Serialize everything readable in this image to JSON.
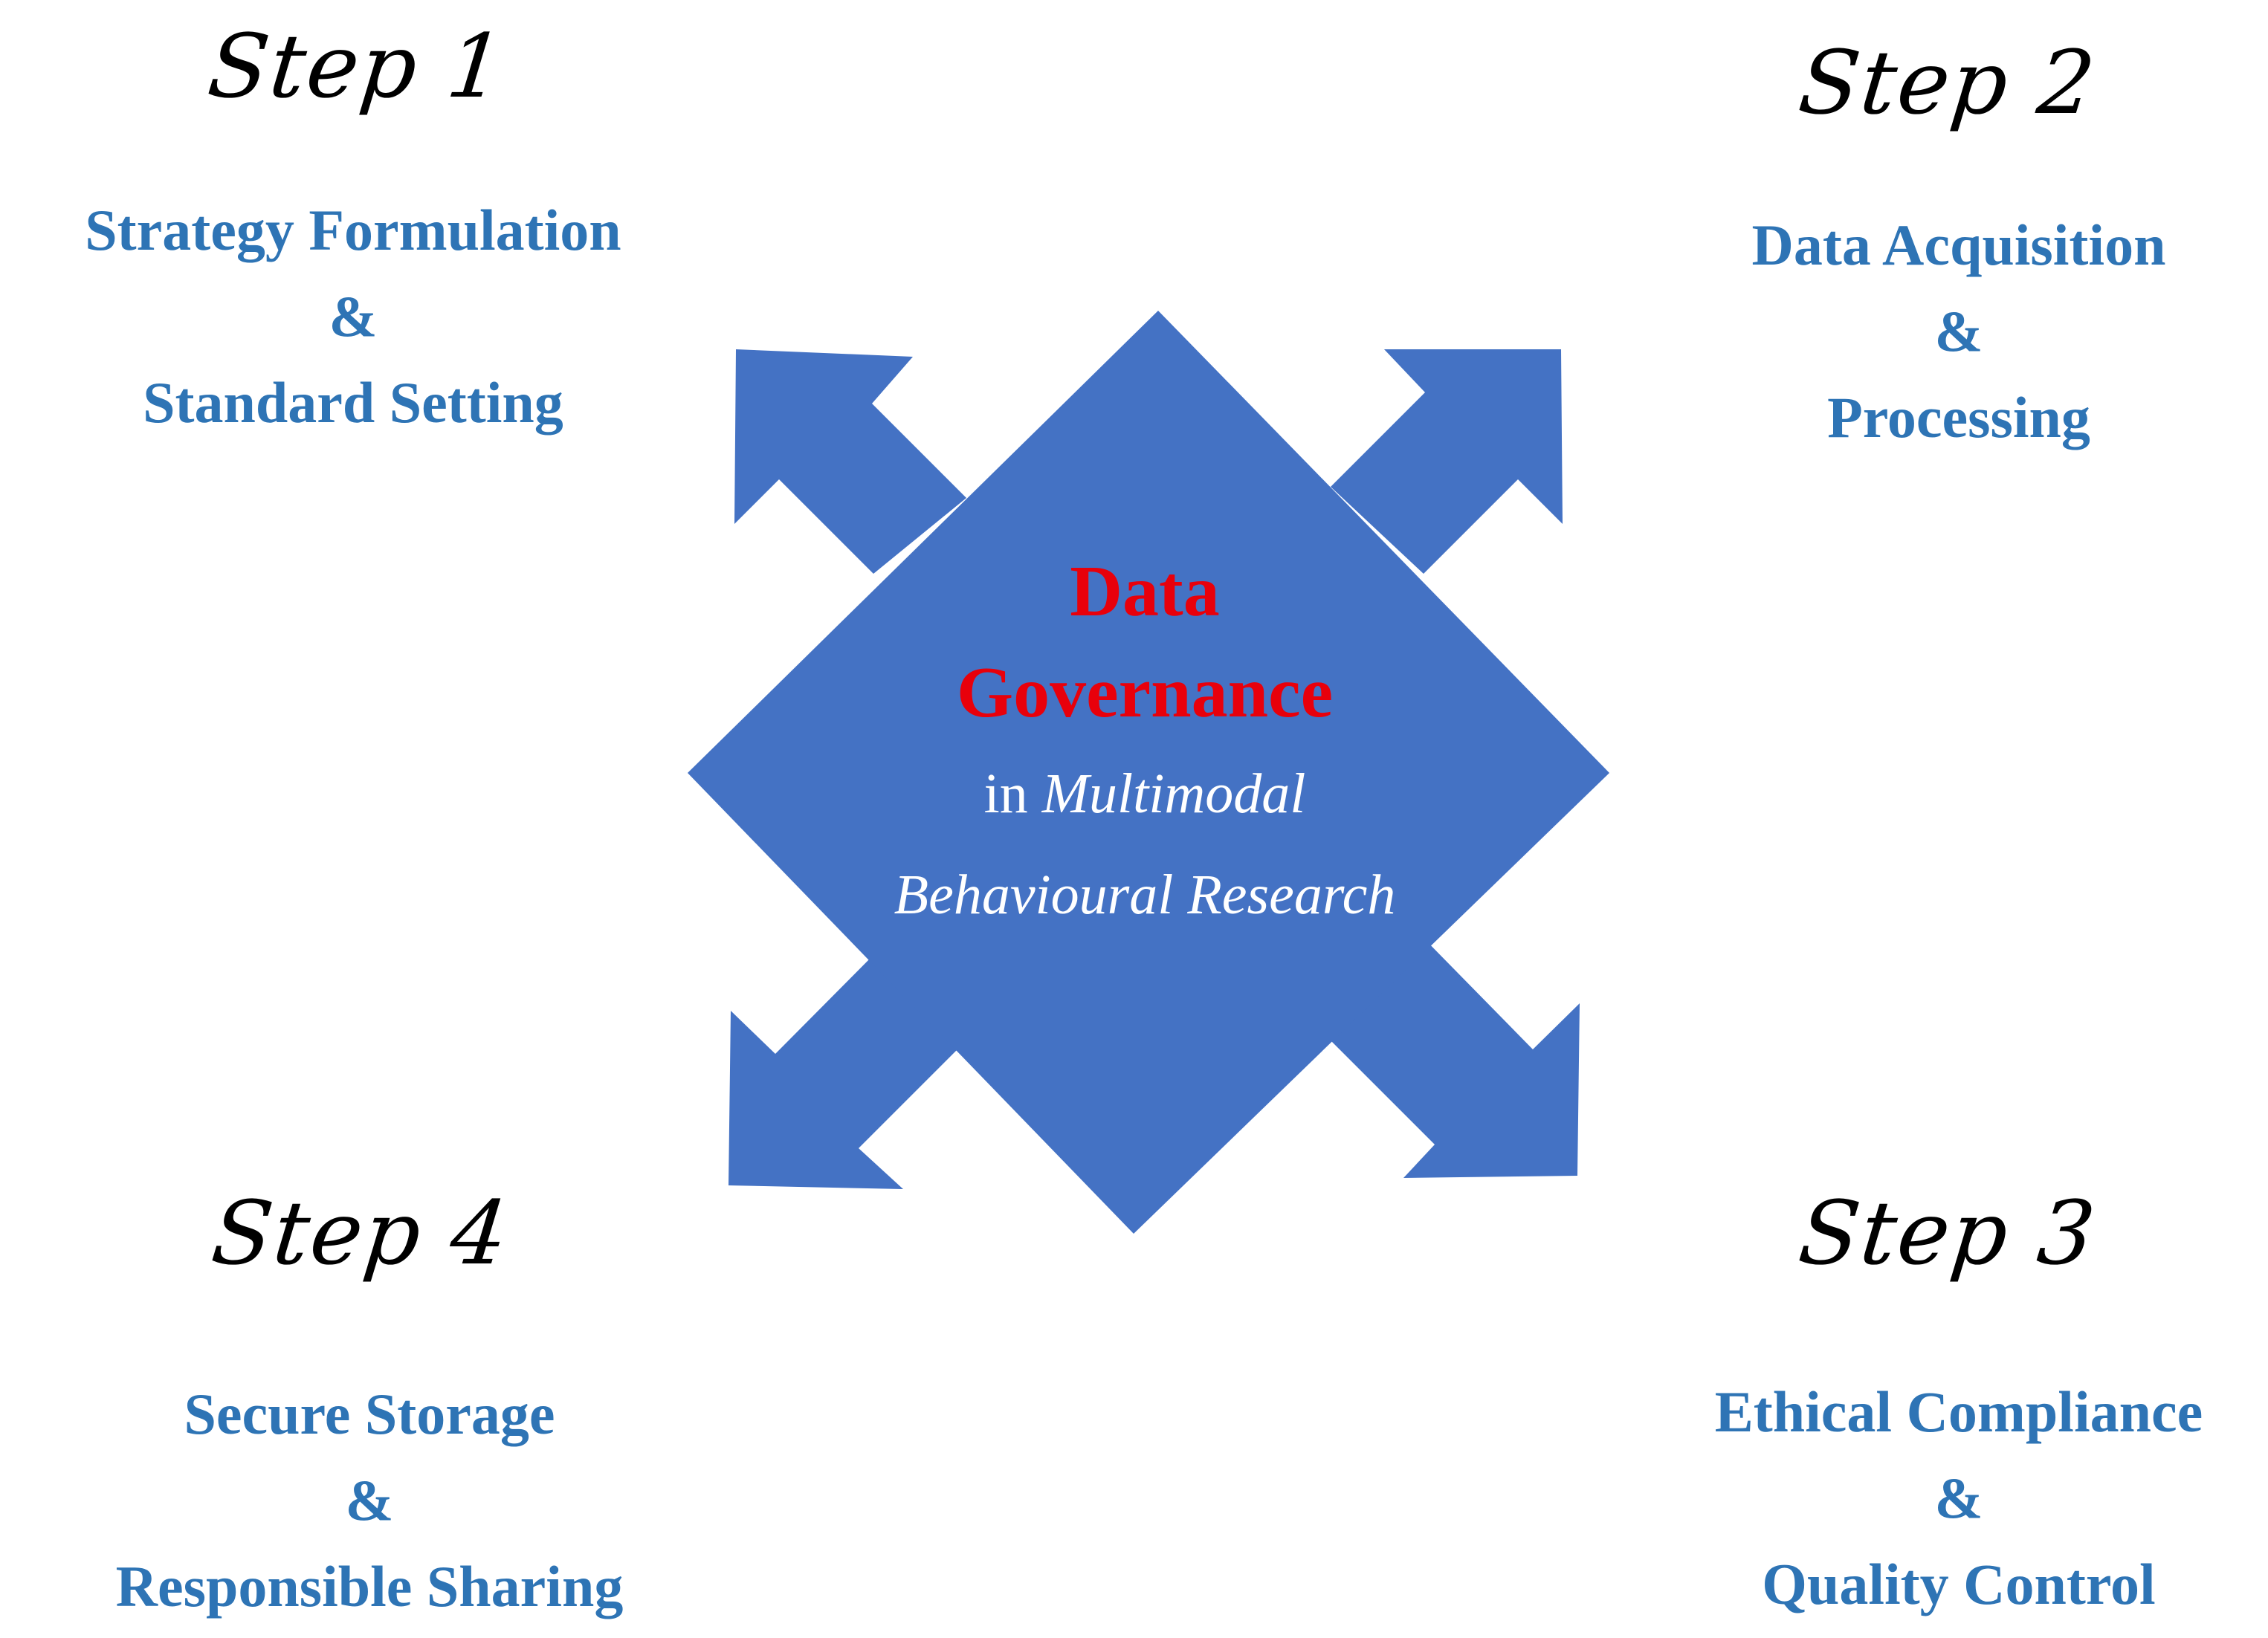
{
  "center": {
    "title_line1": "Data",
    "title_line2": "Governance",
    "subtitle_prefix": "in",
    "subtitle_italic": "Multimodal",
    "subtitle_line2": "Behavioural Research",
    "colors": {
      "shape": "#4472C4",
      "title": "#E8000B",
      "subtitle": "#FFFFFF"
    }
  },
  "steps": [
    {
      "label": "Step 1",
      "line1": "Strategy Formulation",
      "amp": "&",
      "line2": "Standard Setting"
    },
    {
      "label": "Step 2",
      "line1": "Data Acquisition",
      "amp": "&",
      "line2": "Processing"
    },
    {
      "label": "Step 3",
      "line1": "Ethical Compliance",
      "amp": "&",
      "line2": "Quality Control"
    },
    {
      "label": "Step 4",
      "line1": "Secure Storage",
      "amp": "&",
      "line2": "Responsible Sharing"
    }
  ],
  "colors": {
    "step_text": "#2E74B5",
    "step_title": "#000000"
  }
}
